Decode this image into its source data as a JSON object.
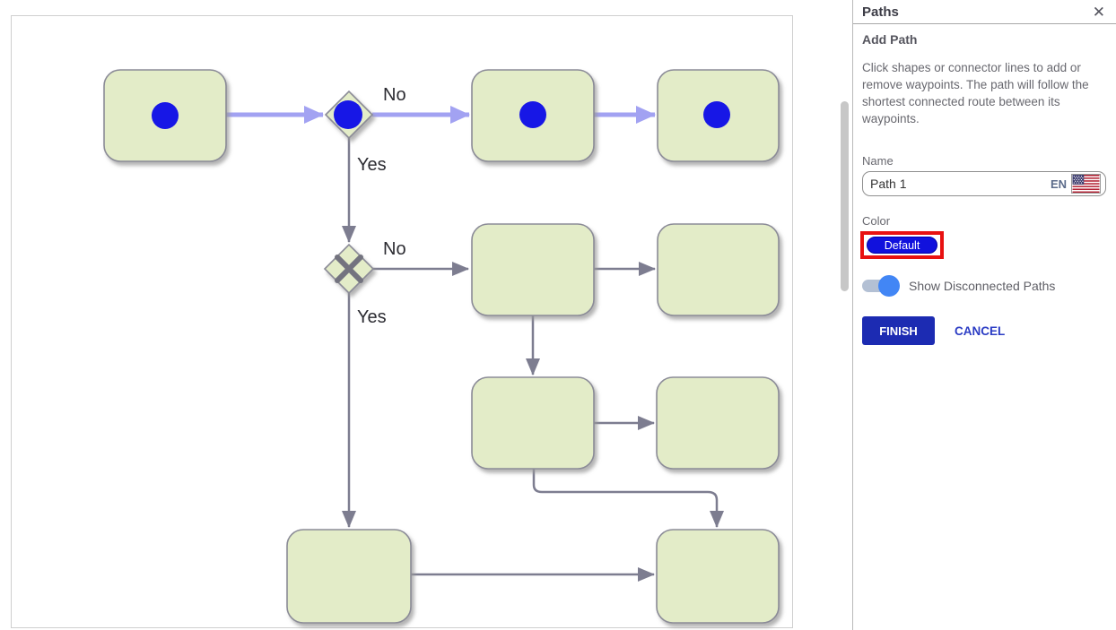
{
  "panel": {
    "title": "Paths",
    "close_icon": "✕",
    "section_title": "Add Path",
    "description": "Click shapes or connector lines to add or remove waypoints. The path will follow the shortest connected route between its waypoints.",
    "name_label": "Name",
    "name_value": "Path 1",
    "language_code": "EN",
    "color_label": "Color",
    "color_value": "Default",
    "toggle_label": "Show Disconnected Paths",
    "toggle_state": "on",
    "finish_label": "FINISH",
    "cancel_label": "CANCEL"
  },
  "diagram": {
    "labels": {
      "gateway1_no": "No",
      "gateway1_yes": "Yes",
      "gateway2_no": "No",
      "gateway2_yes": "Yes"
    },
    "colors": {
      "shape_fill": "#e3ecc8",
      "shape_border": "#8b8b97",
      "connector_gray": "#7d7d90",
      "highlighted_path": "#a2a2f2",
      "waypoint_dot": "#1717e6",
      "gateway_x_mark": "#73737f"
    }
  },
  "annotations": {
    "highlight_box_color": "#e81111"
  },
  "accent_colors": {
    "finish_button": "#1c2bb2",
    "cancel_link": "#2b3cc4",
    "toggle_on": "#4286f5",
    "color_swatch": "#1111dd"
  }
}
